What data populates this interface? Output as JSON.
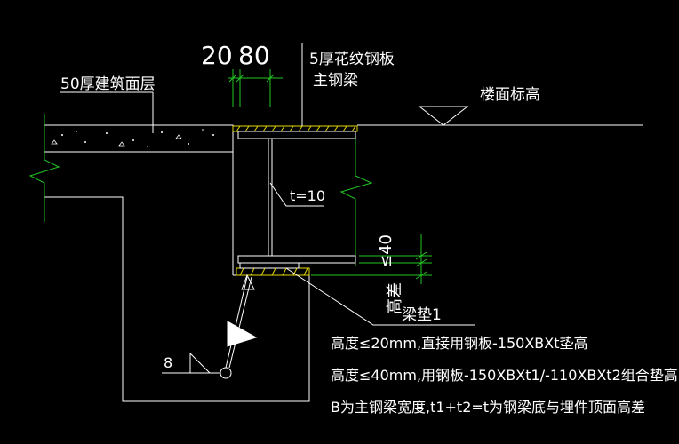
{
  "labels": {
    "dim_20": "20",
    "dim_80": "80",
    "plate": "5厚花纹钢板",
    "main_beam": "主钢梁",
    "floor_layer": "50厚建筑面层",
    "floor_elev": "楼面标高",
    "thickness": "t=10",
    "dim_40": "≤40",
    "height_diff": "高差",
    "pad": "梁垫1",
    "weld_size": "8"
  },
  "notes": [
    "高度≤20mm,直接用钢板-150XBXt垫高",
    "高度≤40mm,用钢板-150XBXt1/-110XBXt2组合垫高",
    "B为主钢梁宽度,t1+t2=t为钢梁底与埋件顶面高差"
  ],
  "colors": {
    "line": "#ffffff",
    "dimension": "#22c322",
    "plate": "#e6d800",
    "background": "#000000"
  }
}
